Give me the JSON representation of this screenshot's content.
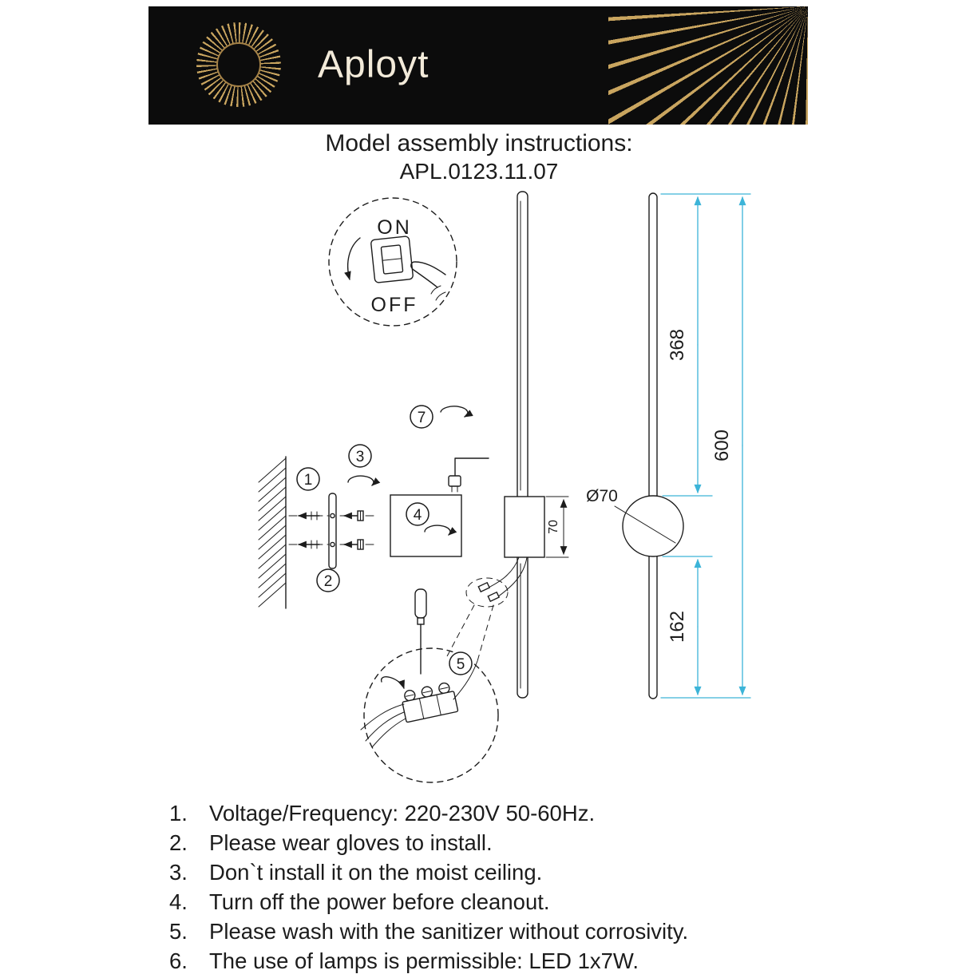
{
  "header": {
    "brand": "Aployt"
  },
  "title": {
    "heading": "Model assembly instructions:",
    "model": "APL.0123.11.07"
  },
  "diagram": {
    "switch": {
      "on": "ON",
      "off": "OFF"
    },
    "callouts": {
      "c1": "1",
      "c2": "2",
      "c3": "3",
      "c4": "4",
      "c5": "5",
      "c7": "7"
    },
    "dims": {
      "bracket_depth": "70",
      "upper_length": "368",
      "total_length": "600",
      "lower_length": "162",
      "diameter": "Ø70"
    }
  },
  "instructions": [
    {
      "num": "1.",
      "text": "Voltage/Frequency: 220-230V 50-60Hz."
    },
    {
      "num": "2.",
      "text": "Please wear gloves to install."
    },
    {
      "num": "3.",
      "text": "Don`t install it on the moist ceiling."
    },
    {
      "num": "4.",
      "text": "Turn off the power before cleanout."
    },
    {
      "num": "5.",
      "text": "Please wash with the sanitizer without corrosivity."
    },
    {
      "num": "6.",
      "text": "The use of lamps is permissible: LED 1x7W."
    }
  ],
  "colors": {
    "dimension_accent": "#3cb4d8",
    "brand_gold": "#c9a55f",
    "header_background": "#0c0c0c",
    "ink": "#1c1c1c"
  }
}
